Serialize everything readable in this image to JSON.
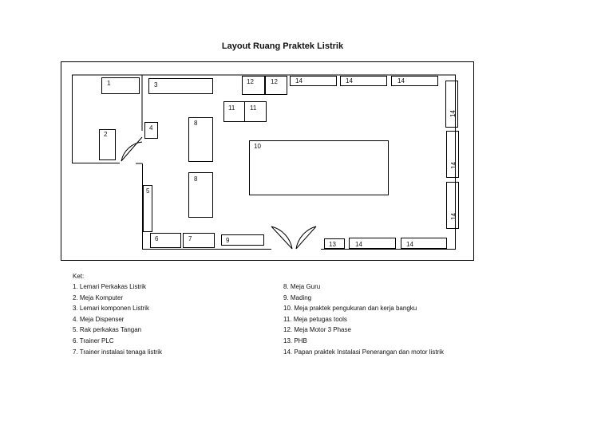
{
  "title": "Layout Ruang Praktek Listrik",
  "ket_label": "Ket:",
  "legend_left": [
    "1. Lemari Perkakas Listrik",
    "2. Meja Komputer",
    "3. Lemari komponen Listrik",
    "4. Meja Dispenser",
    "5. Rak perkakas Tangan",
    "6. Trainer PLC",
    "7. Trainer instalasi tenaga listrik"
  ],
  "legend_right": [
    "8. Meja Guru",
    "9. Mading",
    "10. Meja praktek pengukuran dan kerja bangku",
    "11. Meja petugas tools",
    "12. Meja Motor 3 Phase",
    "13. PHB",
    "14. Papan praktek Instalasi Penerangan dan motor listrik"
  ],
  "furniture": [
    {
      "name": "lemari-perkakas-listrik",
      "label": "1"
    },
    {
      "name": "meja-komputer",
      "label": "2"
    },
    {
      "name": "lemari-komponen-listrik",
      "label": "3"
    },
    {
      "name": "meja-dispenser",
      "label": "4"
    },
    {
      "name": "rak-perkakas-tangan",
      "label": "5"
    },
    {
      "name": "trainer-plc",
      "label": "6"
    },
    {
      "name": "trainer-instalasi-tenaga-listrik",
      "label": "7"
    },
    {
      "name": "meja-guru-1",
      "label": "8"
    },
    {
      "name": "meja-guru-2",
      "label": "8"
    },
    {
      "name": "mading",
      "label": "9"
    },
    {
      "name": "meja-praktek-pengukuran",
      "label": "10"
    },
    {
      "name": "meja-petugas-tools-1",
      "label": "11"
    },
    {
      "name": "meja-petugas-tools-2",
      "label": "11"
    },
    {
      "name": "meja-motor-3-phase-1",
      "label": "12"
    },
    {
      "name": "meja-motor-3-phase-2",
      "label": "12"
    },
    {
      "name": "phb",
      "label": "13"
    },
    {
      "name": "papan-praktek-top-1",
      "label": "14"
    },
    {
      "name": "papan-praktek-top-2",
      "label": "14"
    },
    {
      "name": "papan-praktek-top-3",
      "label": "14"
    },
    {
      "name": "papan-praktek-right-1",
      "label": "14"
    },
    {
      "name": "papan-praktek-right-2",
      "label": "14"
    },
    {
      "name": "papan-praktek-right-3",
      "label": "14"
    },
    {
      "name": "papan-praktek-bottom-1",
      "label": "14"
    },
    {
      "name": "papan-praktek-bottom-2",
      "label": "14"
    }
  ]
}
